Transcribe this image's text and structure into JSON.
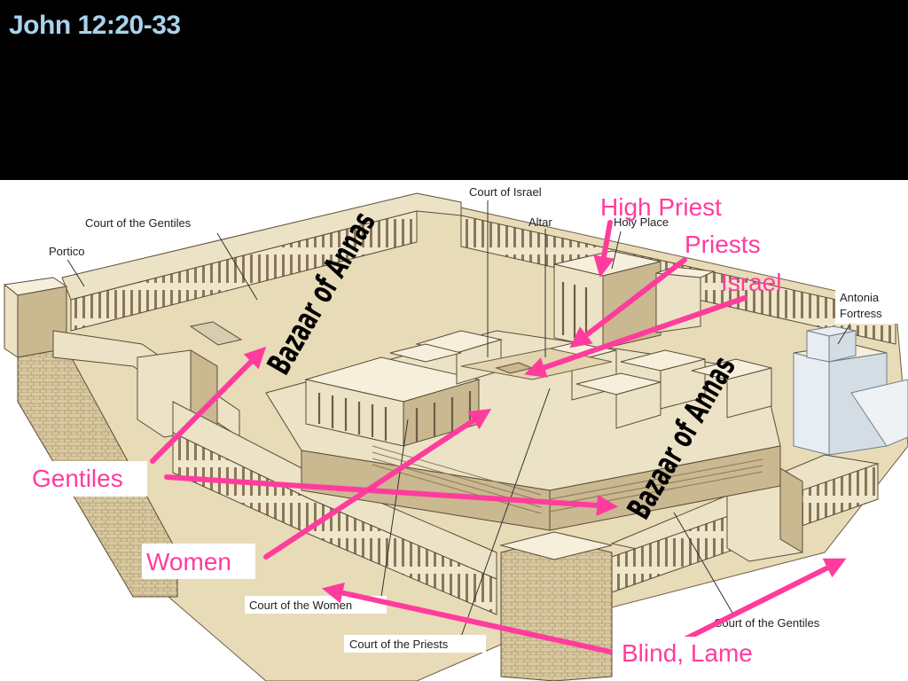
{
  "slide": {
    "title": "John 12:20-33",
    "title_color": "#a9d3ec",
    "background": "#000000",
    "accent_color": "#ff3c9e"
  },
  "diagram_labels": {
    "court_of_israel": "Court of Israel",
    "court_of_gentiles_top": "Court of the Gentiles",
    "portico": "Portico",
    "altar": "Altar",
    "holy_place": "Holy Place",
    "antonia_fortress_line1": "Antonia",
    "antonia_fortress_line2": "Fortress",
    "court_of_women": "Court of the Women",
    "court_of_priests": "Court of the Priests",
    "court_of_gentiles_bottom": "Court of the Gentiles"
  },
  "annotations": {
    "high_priest": "High Priest",
    "priests": "Priests",
    "israel": "Israel",
    "gentiles": "Gentiles",
    "women": "Women",
    "blind_lame": "Blind, Lame",
    "bazaar_1": "Bazaar of Annas",
    "bazaar_2": "Bazaar of Annas"
  },
  "icons": [
    "arrow-icon"
  ]
}
